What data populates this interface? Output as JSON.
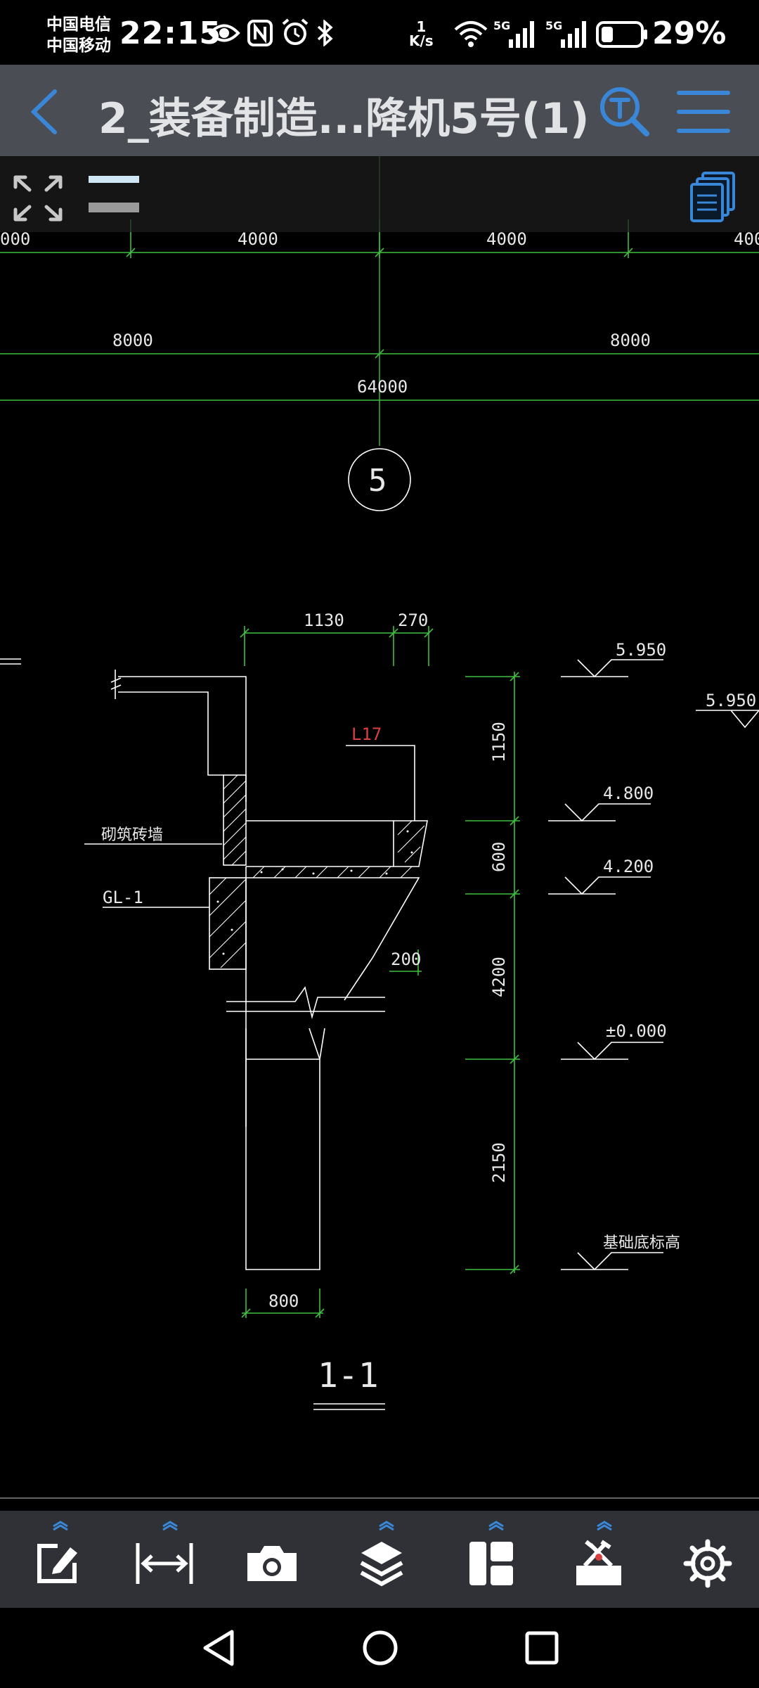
{
  "status_bar": {
    "carrier_1": "中国电信",
    "carrier_2": "中国移动",
    "time": "22:15",
    "net_speed_value": "1",
    "net_speed_unit": "K/s",
    "signal_1_label": "5G",
    "signal_2_label": "5G",
    "battery_percent": "29%"
  },
  "title_bar": {
    "title": "2_装备制造...降机5号(1)"
  },
  "drawing": {
    "top_dims": [
      "000",
      "4000",
      "4000",
      "400"
    ],
    "mid_dims": [
      "8000",
      "8000"
    ],
    "total_dim": "64000",
    "grid_axis": "5",
    "section_dims": [
      "1130",
      "270"
    ],
    "label_l17": "L17",
    "label_wall": "砌筑砖墙",
    "label_gl": "GL-1",
    "dim_200": "200",
    "dim_800": "800",
    "vertical_dims": [
      "1150",
      "600",
      "4200",
      "2150"
    ],
    "elevations": [
      "5.950",
      "4.800",
      "4.200",
      "±0.000",
      "基础底标高"
    ],
    "elevation_right": "5.950",
    "section_title": "1-1"
  },
  "colors": {
    "dim_line": "#3fbf3f",
    "drawing_line": "#ffffff",
    "accent_blue": "#3a87d8",
    "label_red": "#d84040"
  }
}
